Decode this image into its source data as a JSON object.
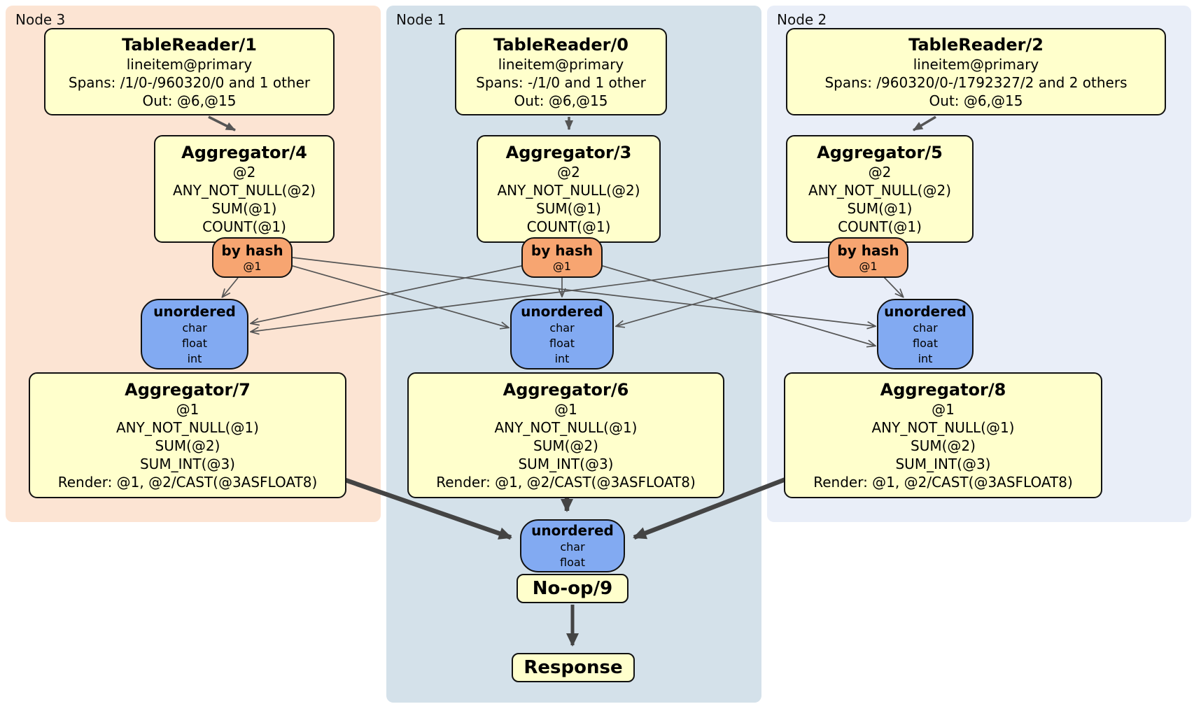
{
  "panels": {
    "node3": {
      "label": "Node 3"
    },
    "node1": {
      "label": "Node 1"
    },
    "node2": {
      "label": "Node 2"
    }
  },
  "proc": {
    "tr1": {
      "title": "TableReader/1",
      "lines": [
        "lineitem@primary",
        "Spans: /1/0-/960320/0 and 1 other",
        "Out: @6,@15"
      ]
    },
    "tr0": {
      "title": "TableReader/0",
      "lines": [
        "lineitem@primary",
        "Spans: -/1/0 and 1 other",
        "Out: @6,@15"
      ]
    },
    "tr2": {
      "title": "TableReader/2",
      "lines": [
        "lineitem@primary",
        "Spans: /960320/0-/1792327/2 and 2 others",
        "Out: @6,@15"
      ]
    },
    "agg4": {
      "title": "Aggregator/4",
      "lines": [
        "@2",
        "ANY_NOT_NULL(@2)",
        "SUM(@1)",
        "COUNT(@1)"
      ]
    },
    "agg3": {
      "title": "Aggregator/3",
      "lines": [
        "@2",
        "ANY_NOT_NULL(@2)",
        "SUM(@1)",
        "COUNT(@1)"
      ]
    },
    "agg5": {
      "title": "Aggregator/5",
      "lines": [
        "@2",
        "ANY_NOT_NULL(@2)",
        "SUM(@1)",
        "COUNT(@1)"
      ]
    },
    "agg7": {
      "title": "Aggregator/7",
      "lines": [
        "@1",
        "ANY_NOT_NULL(@1)",
        "SUM(@2)",
        "SUM_INT(@3)",
        "Render: @1, @2/CAST(@3ASFLOAT8)"
      ]
    },
    "agg6": {
      "title": "Aggregator/6",
      "lines": [
        "@1",
        "ANY_NOT_NULL(@1)",
        "SUM(@2)",
        "SUM_INT(@3)",
        "Render: @1, @2/CAST(@3ASFLOAT8)"
      ]
    },
    "agg8": {
      "title": "Aggregator/8",
      "lines": [
        "@1",
        "ANY_NOT_NULL(@1)",
        "SUM(@2)",
        "SUM_INT(@3)",
        "Render: @1, @2/CAST(@3ASFLOAT8)"
      ]
    },
    "noop": {
      "title": "No-op/9"
    },
    "response": {
      "title": "Response"
    }
  },
  "routers": {
    "hash3": {
      "title": "by hash",
      "lines": [
        "@1"
      ]
    },
    "hash1": {
      "title": "by hash",
      "lines": [
        "@1"
      ]
    },
    "hash2": {
      "title": "by hash",
      "lines": [
        "@1"
      ]
    }
  },
  "syncs": {
    "u3": {
      "title": "unordered",
      "lines": [
        "char",
        "float",
        "int"
      ]
    },
    "u1": {
      "title": "unordered",
      "lines": [
        "char",
        "float",
        "int"
      ]
    },
    "u2": {
      "title": "unordered",
      "lines": [
        "char",
        "float",
        "int"
      ]
    },
    "ufinal": {
      "title": "unordered",
      "lines": [
        "char",
        "float"
      ]
    }
  },
  "colors": {
    "panel_node3_bg": "#fce4d3",
    "panel_node1_bg": "#d4e1ea",
    "panel_node2_bg": "#e9eef8",
    "processor_bg": "#ffffcc",
    "router_bg": "#f7a571",
    "sync_bg": "#82aaf2",
    "edge_thin": "#555555",
    "edge_thick": "#444444",
    "border": "#111111"
  }
}
